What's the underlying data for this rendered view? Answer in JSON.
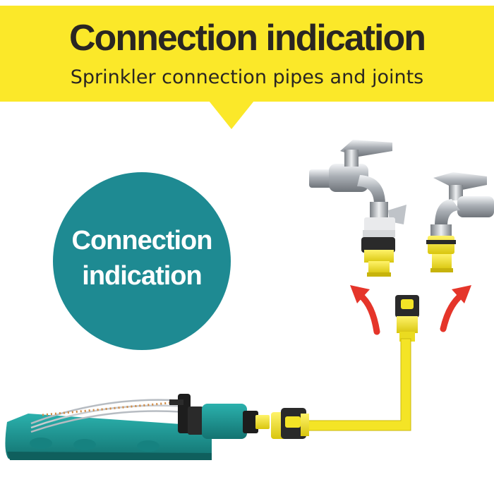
{
  "header": {
    "title": "Connection indication",
    "subtitle": "Sprinkler connection pipes and joints"
  },
  "badge": {
    "line1": "Connection",
    "line2": "indication"
  },
  "colors": {
    "banner": "#fbe829",
    "badge": "#1e8a92",
    "sprinkler": "#1a8f8c",
    "pipe": "#f4e426",
    "arrow": "#e5352a",
    "text": "#2a2622"
  },
  "icons": [
    "tap-icon",
    "arrow-icon",
    "sprinkler-icon",
    "hose-connector-icon"
  ]
}
